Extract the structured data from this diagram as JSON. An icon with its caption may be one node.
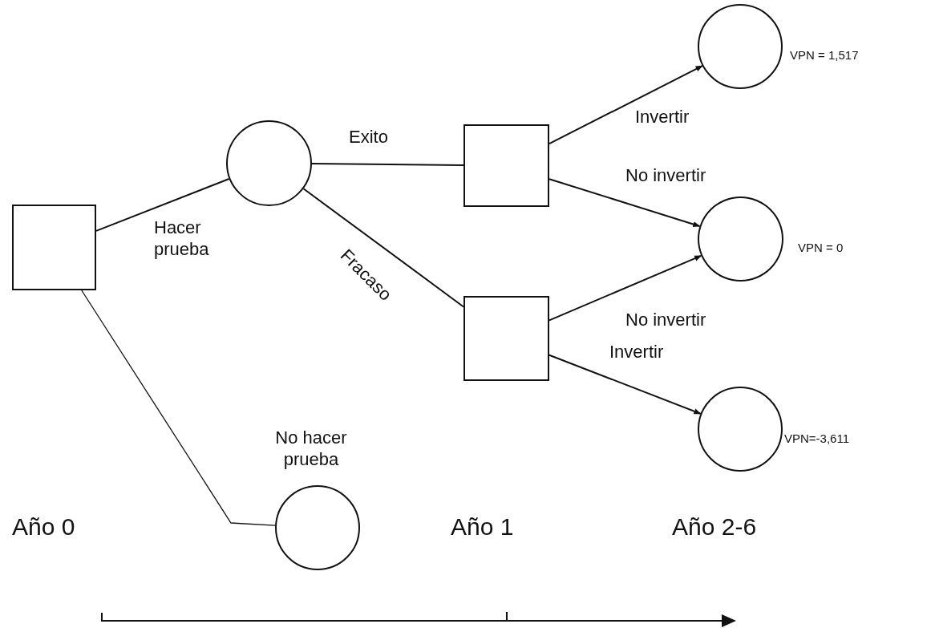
{
  "diagram": {
    "nodes": [
      {
        "text": [],
        "shape": "box"
      },
      {
        "text": [],
        "shape": "circle"
      },
      {
        "text": [],
        "shape": "box"
      },
      {
        "text": [],
        "shape": "box"
      },
      {
        "text": [],
        "shape": "circle",
        "beside": [
          "VPN = 1,517"
        ]
      },
      {
        "text": [],
        "shape": "circle",
        "beside": [
          "VPN = 0"
        ]
      },
      {
        "text": [],
        "shape": "circle",
        "beside": [
          "VPN=-3,611"
        ]
      },
      {
        "text": [],
        "shape": "circle"
      }
    ],
    "edges": [
      {
        "from": 0,
        "to": 1,
        "arrow": "none",
        "label": "Hacer prueba"
      },
      {
        "from": 1,
        "to": 2,
        "arrow": "none",
        "label": "Exito"
      },
      {
        "from": 1,
        "to": 3,
        "arrow": "none",
        "label": "Fracaso"
      },
      {
        "from": 2,
        "to": 4,
        "arrow": "to",
        "label": "Invertir"
      },
      {
        "from": 2,
        "to": 5,
        "arrow": "to",
        "label": "No invertir"
      },
      {
        "from": 3,
        "to": 5,
        "arrow": "to",
        "label": "No invertir"
      },
      {
        "from": 3,
        "to": 6,
        "arrow": "to",
        "label": "Invertir"
      },
      {
        "from": 0,
        "to": 7,
        "arrow": "none",
        "label": "No hacer prueba"
      }
    ],
    "labels": [
      "Año 0",
      "Año 1",
      "Año 2-6"
    ]
  }
}
